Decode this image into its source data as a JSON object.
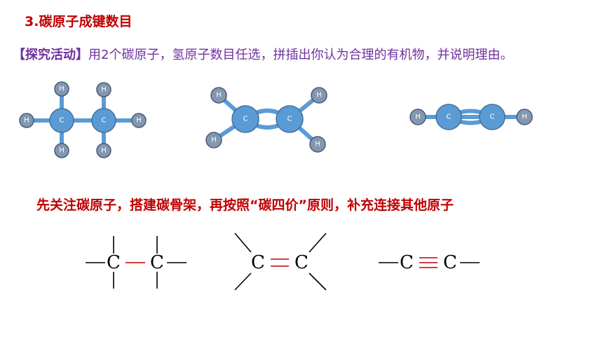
{
  "heading": "3.碳原子成键数目",
  "activity": {
    "label": "【探究活动】",
    "text": "用2个碳原子，氢原子数目任选，拼插出你认为合理的有机物，并说明理由。"
  },
  "note": "先关注碳原子，搭建碳骨架，再按照“碳四价”原则，补充连接其他原子",
  "atoms": {
    "carbon": "C",
    "hydrogen": "H"
  },
  "colors": {
    "heading": "#c00000",
    "activity": "#7030a0",
    "carbon_ball": "#5b9bd5",
    "hydrogen_ball": "#8497b0",
    "bond_highlight": "#c00000"
  }
}
